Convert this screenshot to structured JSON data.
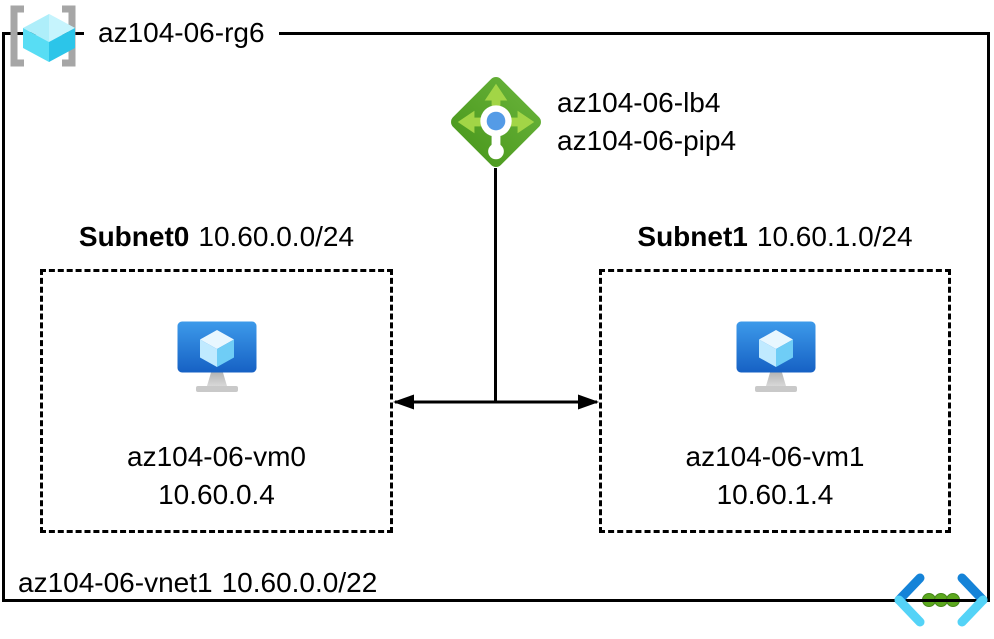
{
  "resource_group": {
    "label": "az104-06-rg6"
  },
  "load_balancer": {
    "name": "az104-06-lb4",
    "public_ip": "az104-06-pip4"
  },
  "subnets": [
    {
      "name": "Subnet0",
      "cidr": "10.60.0.0/24",
      "vm": {
        "name": "az104-06-vm0",
        "ip": "10.60.0.4"
      }
    },
    {
      "name": "Subnet1",
      "cidr": "10.60.1.0/24",
      "vm": {
        "name": "az104-06-vm1",
        "ip": "10.60.1.4"
      }
    }
  ],
  "vnet": {
    "name": "az104-06-vnet1",
    "cidr": "10.60.0.0/22"
  },
  "icons": {
    "resource_group": "resource-group-brackets-cube-icon",
    "load_balancer": "load-balancer-icon",
    "virtual_machine": "virtual-machine-monitor-icon",
    "virtual_network": "virtual-network-chevrons-icon"
  },
  "colors": {
    "line_black": "#000000",
    "bracket_gray": "#a6a6a6",
    "rg_cube_top": "#aeeefa",
    "rg_cube_left": "#58ddf4",
    "rg_cube_right": "#2cc5e9",
    "lb_green_top": "#63ae35",
    "lb_green_bottom": "#4e9c21",
    "lb_arrow_green": "#a2d546",
    "lb_dot_blue": "#549be6",
    "vm_screen_top": "#3d9aea",
    "vm_screen_bottom": "#1661c4",
    "vm_cube_top": "#e8f7ff",
    "vm_cube_left": "#c0eaff",
    "vm_cube_right": "#6fcdf6",
    "vm_stand_gray": "#c2c2c2",
    "vnet_dark_blue": "#1583d8",
    "vnet_light_blue": "#54d3f7",
    "vnet_dot_green": "#5ca81e"
  }
}
